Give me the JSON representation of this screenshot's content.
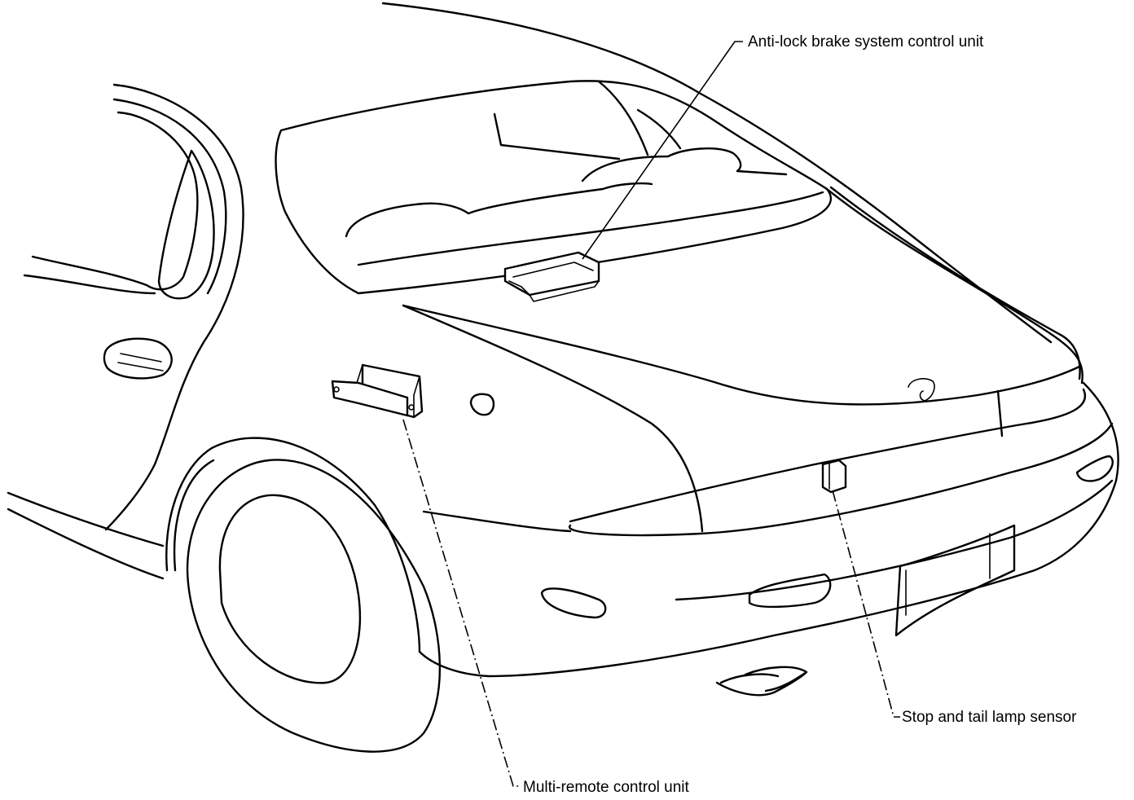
{
  "diagram": {
    "labels": {
      "abs_unit": "Anti-lock brake system control unit",
      "stop_tail_sensor": "Stop and tail lamp sensor",
      "multi_remote_unit": "Multi-remote control unit"
    },
    "colors": {
      "ink": "#000000",
      "background": "#ffffff"
    }
  }
}
